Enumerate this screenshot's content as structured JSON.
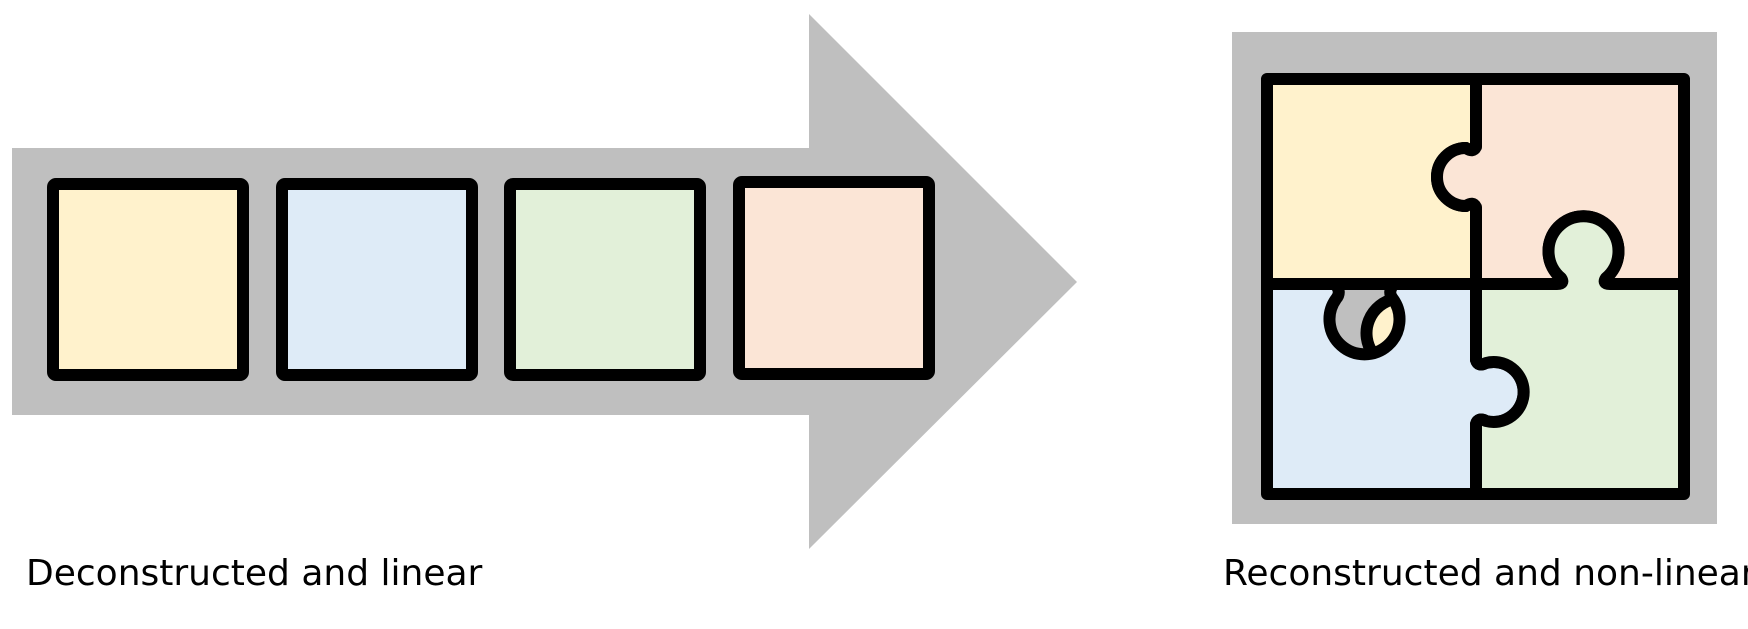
{
  "colors": {
    "background": "#ffffff",
    "shape_gray": "#bfbfbf",
    "outline": "#000000",
    "yellow": "#fff2cc",
    "blue": "#deebf7",
    "green": "#e2f0d9",
    "peach": "#fbe5d6"
  },
  "left_panel": {
    "caption": "Deconstructed and linear",
    "blocks": [
      {
        "color": "yellow"
      },
      {
        "color": "blue"
      },
      {
        "color": "green"
      },
      {
        "color": "peach"
      }
    ]
  },
  "right_panel": {
    "caption": "Reconstructed and non-linear",
    "pieces": [
      {
        "position": "top-left",
        "color": "yellow"
      },
      {
        "position": "top-right",
        "color": "peach"
      },
      {
        "position": "bottom-left",
        "color": "blue"
      },
      {
        "position": "bottom-right",
        "color": "green"
      }
    ]
  }
}
